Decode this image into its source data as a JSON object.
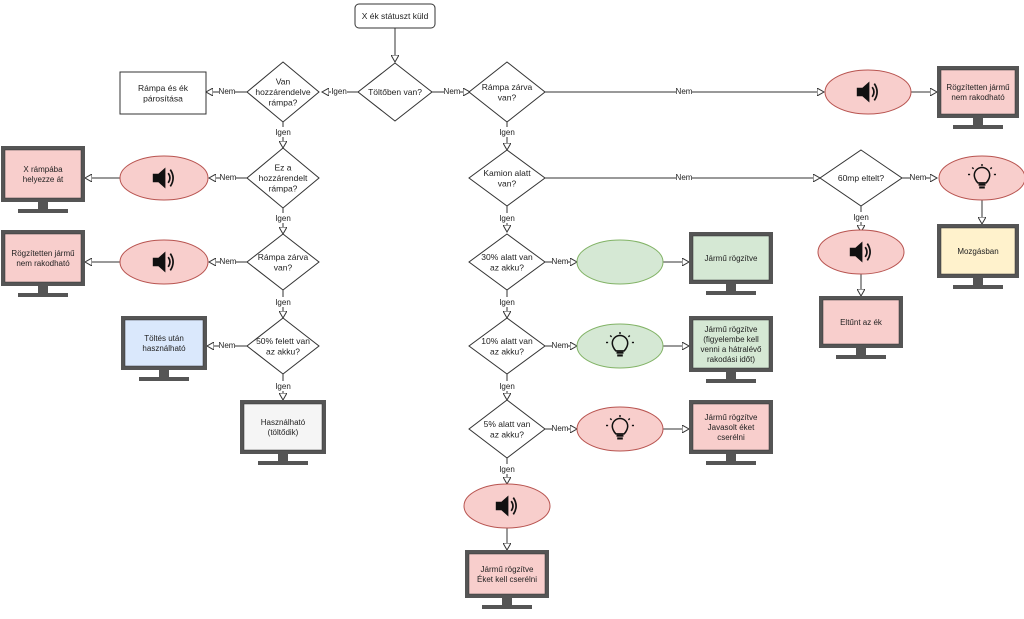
{
  "start": "X ék státuszt küld",
  "decisions": {
    "tolto": [
      "Töltőben van?"
    ],
    "van_hozza": [
      "Van",
      "hozzárendelve",
      "rámpa?"
    ],
    "ez_a": [
      "Ez a",
      "hozzárendelt",
      "rámpa?"
    ],
    "rampa_zarva_l": [
      "Rámpa zárva",
      "van?"
    ],
    "felett50": [
      "50% felett van",
      "az akku?"
    ],
    "rampa_zarva_r": [
      "Rámpa zárva",
      "van?"
    ],
    "kamion": [
      "Kamion alatt",
      "van?"
    ],
    "alatt30": [
      "30% alatt van",
      "az akku?"
    ],
    "alatt10": [
      "10% alatt van",
      "az akku?"
    ],
    "alatt5": [
      "5% alatt van",
      "az akku?"
    ],
    "mp60": [
      "60mp eltelt?"
    ]
  },
  "boxes": {
    "rampa_parositas": [
      "Rámpa és ék",
      "párosítása"
    ]
  },
  "monitors": {
    "x_rampaba": [
      "X rámpába",
      "helyezze át"
    ],
    "rogzitett_l": [
      "Rögzítetten jármű",
      "nem rakodható"
    ],
    "toltes_utan": [
      "Töltés után",
      "használható"
    ],
    "hasznalhato": [
      "Használható",
      "(töltődik)"
    ],
    "rogzitett_r": [
      "Rögzítetten jármű",
      "nem rakodható"
    ],
    "mozgasban": [
      "Mozgásban"
    ],
    "eltunt": [
      "Eltűnt az ék"
    ],
    "jarmu_30": [
      "Jármű rögzítve"
    ],
    "jarmu_10": [
      "Jármű rögzítve",
      "(figyelembe kell",
      "venni a hátralévő",
      "rakodási időt)"
    ],
    "jarmu_5": [
      "Jármű rögzítve",
      "Javasolt éket",
      "cserélni"
    ],
    "jarmu_bottom": [
      "Jármű rögzítve",
      "Éket kell cserélni"
    ]
  },
  "edge_labels": {
    "igen": "Igen",
    "nem": "Nem"
  },
  "icons": {
    "speaker": "speaker-icon",
    "bulb": "lightbulb-icon"
  },
  "colors": {
    "red_fill": "#f8cecc",
    "red_stroke": "#b85450",
    "green_fill": "#d5e8d4",
    "green_stroke": "#82b366",
    "blue_fill": "#dae8fc",
    "yellow_fill": "#fff2cc",
    "gray_fill": "#f5f5f5",
    "monitor": "#555555"
  }
}
